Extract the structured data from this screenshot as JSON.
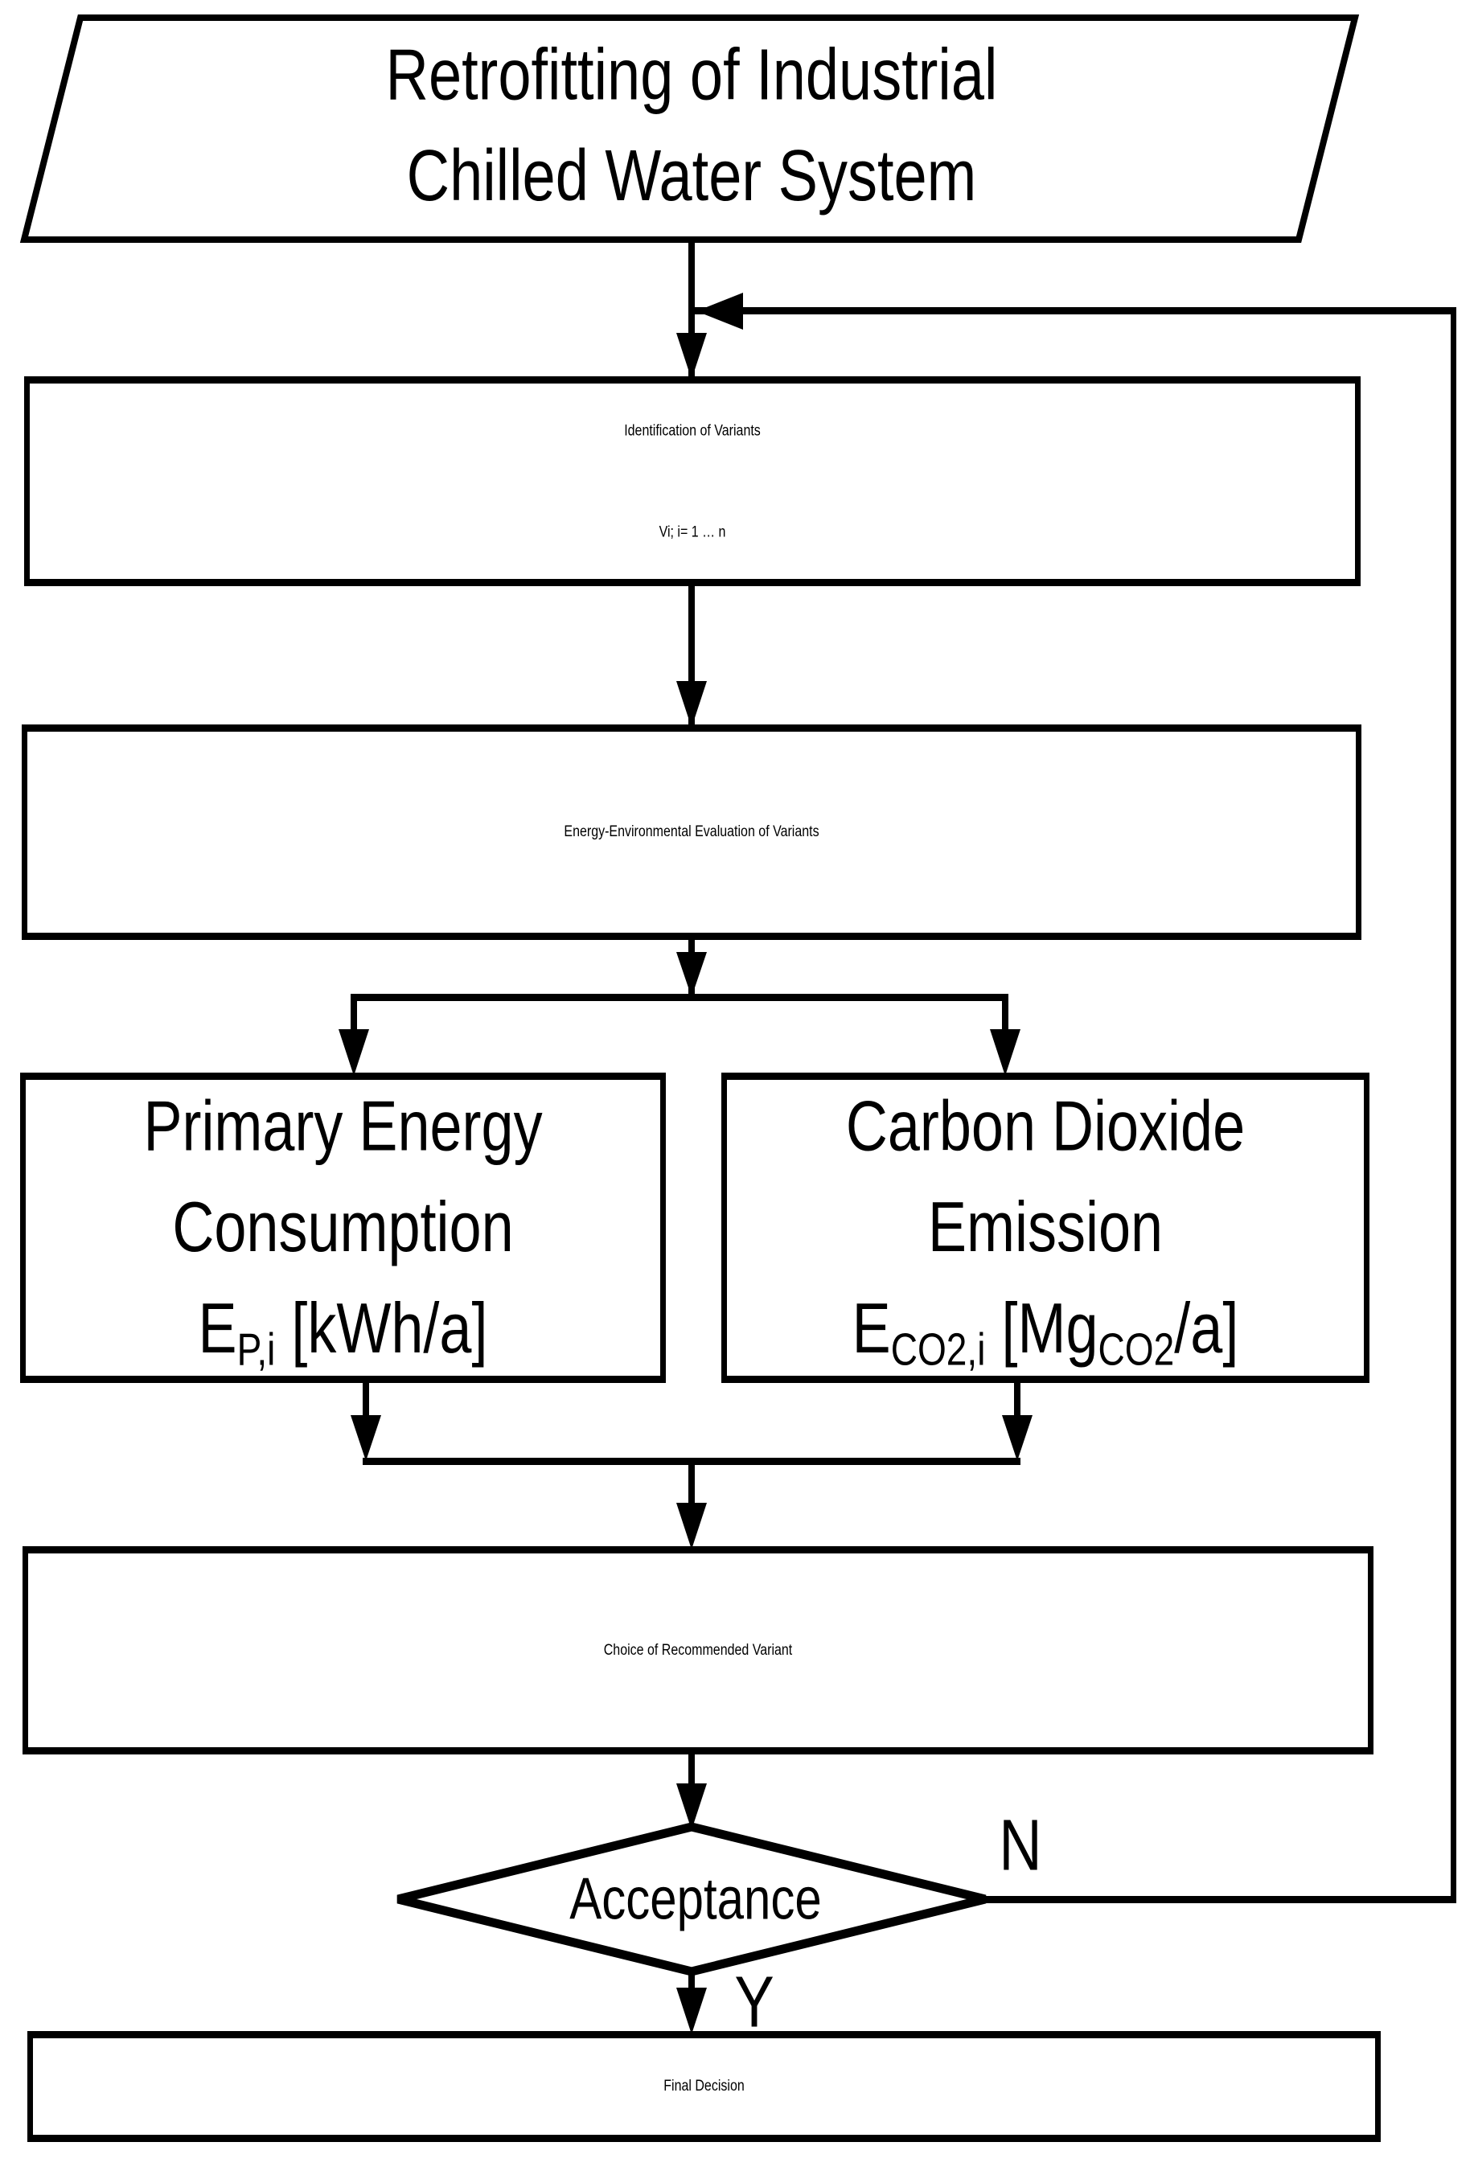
{
  "flowchart": {
    "title_node": {
      "lines": [
        "Retrofitting of Industrial",
        "Chilled Water System"
      ]
    },
    "identification_node": {
      "lines": [
        "Identification of Variants",
        "Vi; i= 1 … n"
      ]
    },
    "evaluation_node": {
      "label": "Energy-Environmental Evaluation of Variants"
    },
    "primary_energy_node": {
      "lines": [
        "Primary Energy",
        "Consumption"
      ],
      "formula": [
        {
          "t": "E"
        },
        {
          "sub": "P,i"
        },
        {
          "t": " [kWh/a]"
        }
      ]
    },
    "co2_emission_node": {
      "lines": [
        "Carbon Dioxide",
        "Emission"
      ],
      "formula": [
        {
          "t": "E"
        },
        {
          "sub": "CO2,i"
        },
        {
          "t": " [Mg"
        },
        {
          "sub": "CO2"
        },
        {
          "t": "/a]"
        }
      ]
    },
    "choice_node": {
      "label": "Choice of Recommended Variant"
    },
    "decision_node": {
      "label": "Acceptance",
      "no_label": "N",
      "yes_label": "Y"
    },
    "final_node": {
      "label": "Final Decision"
    },
    "colors": {
      "stroke": "#000000",
      "background": "#ffffff"
    }
  }
}
